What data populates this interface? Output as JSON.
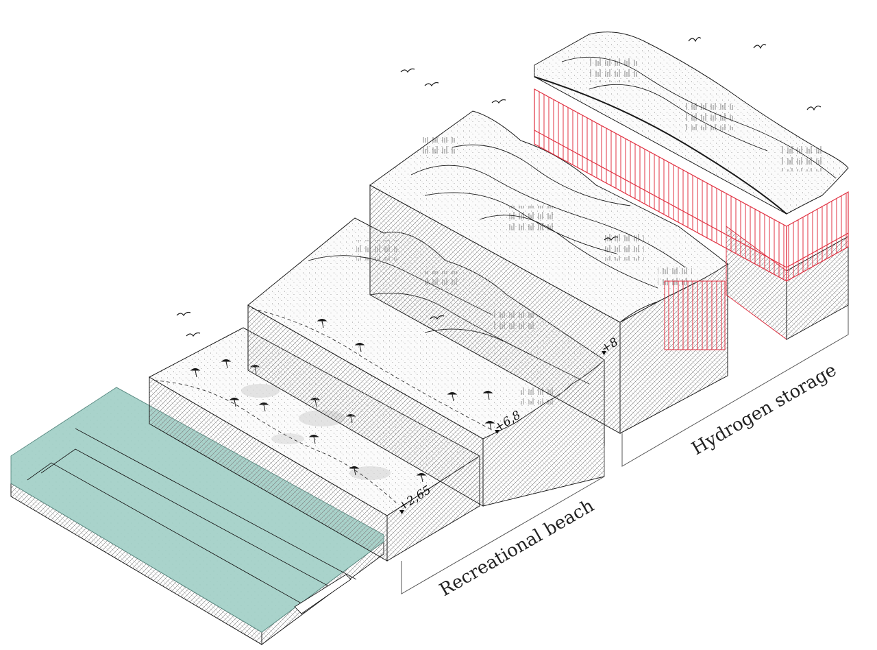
{
  "labels": {
    "recreational_beach": "Recreational beach",
    "hydrogen_storage": "Hydrogen storage"
  },
  "elevations": {
    "e1": "+2,65",
    "e2": "+6,8",
    "e3": "+8"
  },
  "colors": {
    "water": "#a9d3cb",
    "water_line": "#7fb2a9",
    "structure": "#e03040",
    "ink": "#1a1a1a",
    "bracket": "#555555"
  }
}
